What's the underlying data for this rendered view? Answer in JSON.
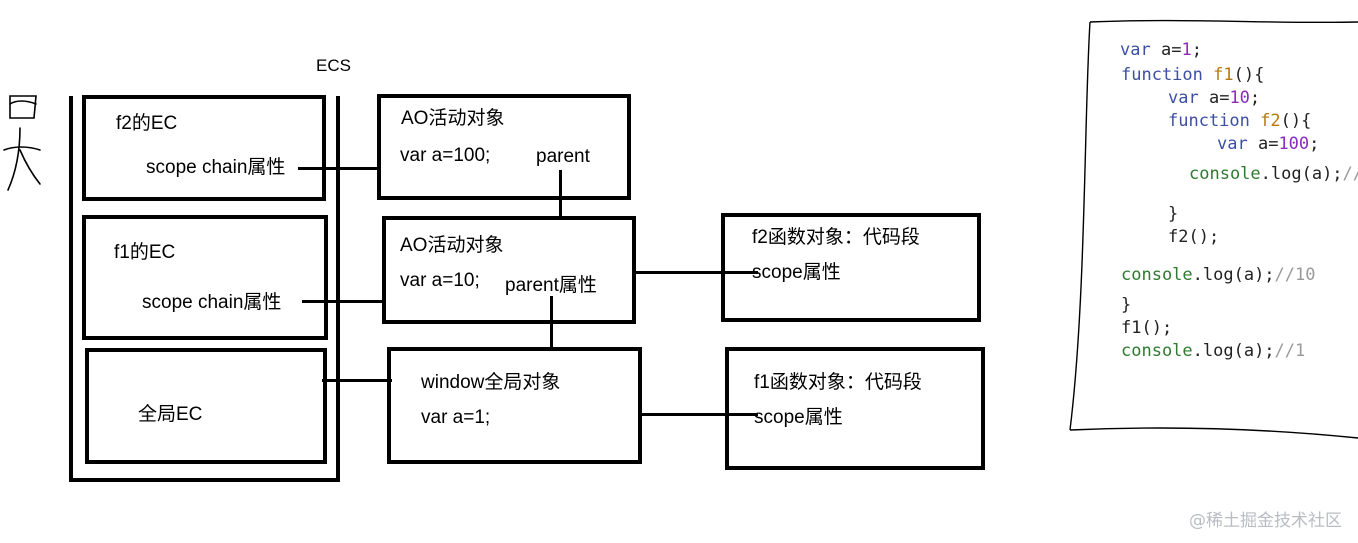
{
  "ecs_title": "ECS",
  "side_scribble": "口大",
  "ec_frames": [
    {
      "title": "f2的EC",
      "attr": "scope chain属性"
    },
    {
      "title": "f1的EC",
      "attr": "scope chain属性"
    },
    {
      "title": "全局EC"
    }
  ],
  "ao_f2": {
    "title": "AO活动对象",
    "var": "var a=100;",
    "parent": "parent"
  },
  "ao_f1": {
    "title": "AO活动对象",
    "var": "var a=10;",
    "parent": "parent属性"
  },
  "global_obj": {
    "title": "window全局对象",
    "var": "var a=1;"
  },
  "func_f2": {
    "title": "f2函数对象：代码段",
    "scope": "scope属性"
  },
  "func_f1": {
    "title": "f1函数对象：代码段",
    "scope": "scope属性"
  },
  "code": {
    "l1_kw": "var",
    "l1_rest": " a=",
    "l1_num": "1",
    "l1_end": ";",
    "l2_kw": "function",
    "l2_fn": "f1",
    "l2_end": "(){",
    "l3_kw": "var",
    "l3_rest": " a=",
    "l3_num": "10",
    "l3_end": ";",
    "l4_kw": "function",
    "l4_fn": "f2",
    "l4_end": "(){",
    "l5_kw": "var",
    "l5_rest": " a=",
    "l5_num": "100",
    "l5_end": ";",
    "l6_mth": "console",
    "l6_rest": ".log(a);",
    "l6_cmt": "//",
    "l7": "}",
    "l8": "f2();",
    "l9_mth": "console",
    "l9_rest": ".log(a);",
    "l9_cmt": "//10",
    "l10": "}",
    "l11": "f1();",
    "l12_mth": "console",
    "l12_rest": ".log(a);",
    "l12_cmt": "//1"
  },
  "watermark": "@稀土掘金技术社区"
}
